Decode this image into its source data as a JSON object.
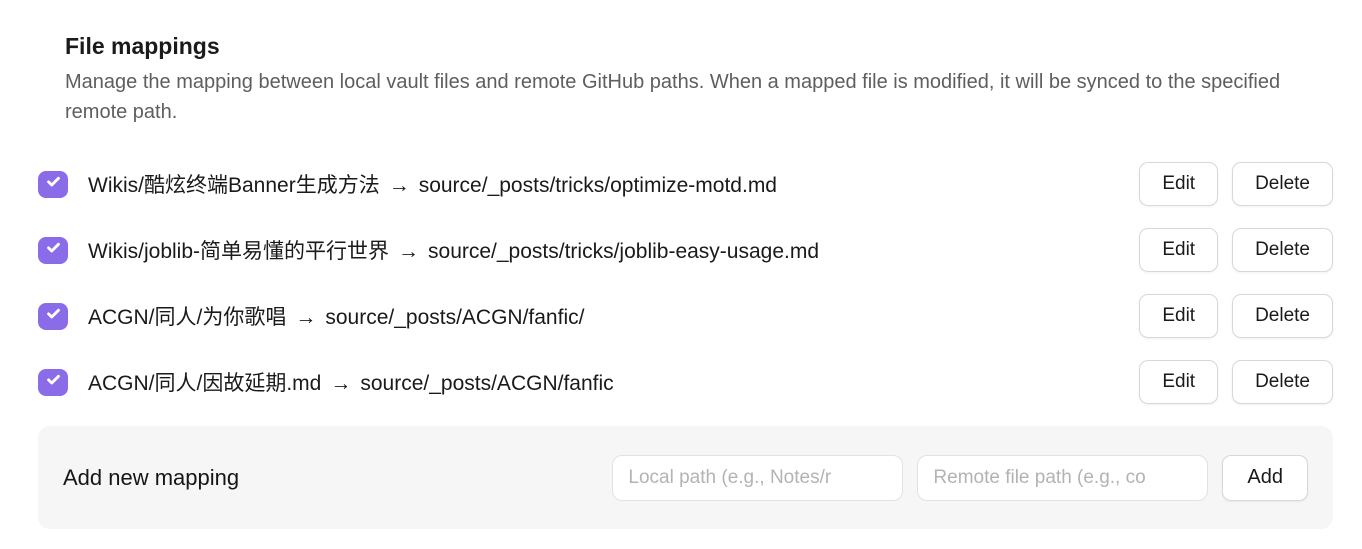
{
  "colors": {
    "accent": "#8b6ce8",
    "button_border": "#d8d8d8",
    "section_background": "#f6f6f7",
    "description_text": "#5e5e5e"
  },
  "header": {
    "title": "File mappings",
    "description": "Manage the mapping between local vault files and remote GitHub paths. When a mapped file is modified, it will be synced to the specified remote path."
  },
  "mappings": {
    "arrow": "→",
    "edit_label": "Edit",
    "delete_label": "Delete",
    "rows": [
      {
        "checked": true,
        "local": "Wikis/酷炫终端Banner生成方法",
        "remote": "source/_posts/tricks/optimize-motd.md"
      },
      {
        "checked": true,
        "local": "Wikis/joblib-简单易懂的平行世界",
        "remote": "source/_posts/tricks/joblib-easy-usage.md"
      },
      {
        "checked": true,
        "local": "ACGN/同人/为你歌唱",
        "remote": "source/_posts/ACGN/fanfic/"
      },
      {
        "checked": true,
        "local": "ACGN/同人/因故延期.md",
        "remote": "source/_posts/ACGN/fanfic"
      }
    ]
  },
  "add_mapping": {
    "label": "Add new mapping",
    "local_placeholder": "Local path (e.g., Notes/r",
    "remote_placeholder": "Remote file path (e.g., co",
    "add_label": "Add"
  }
}
